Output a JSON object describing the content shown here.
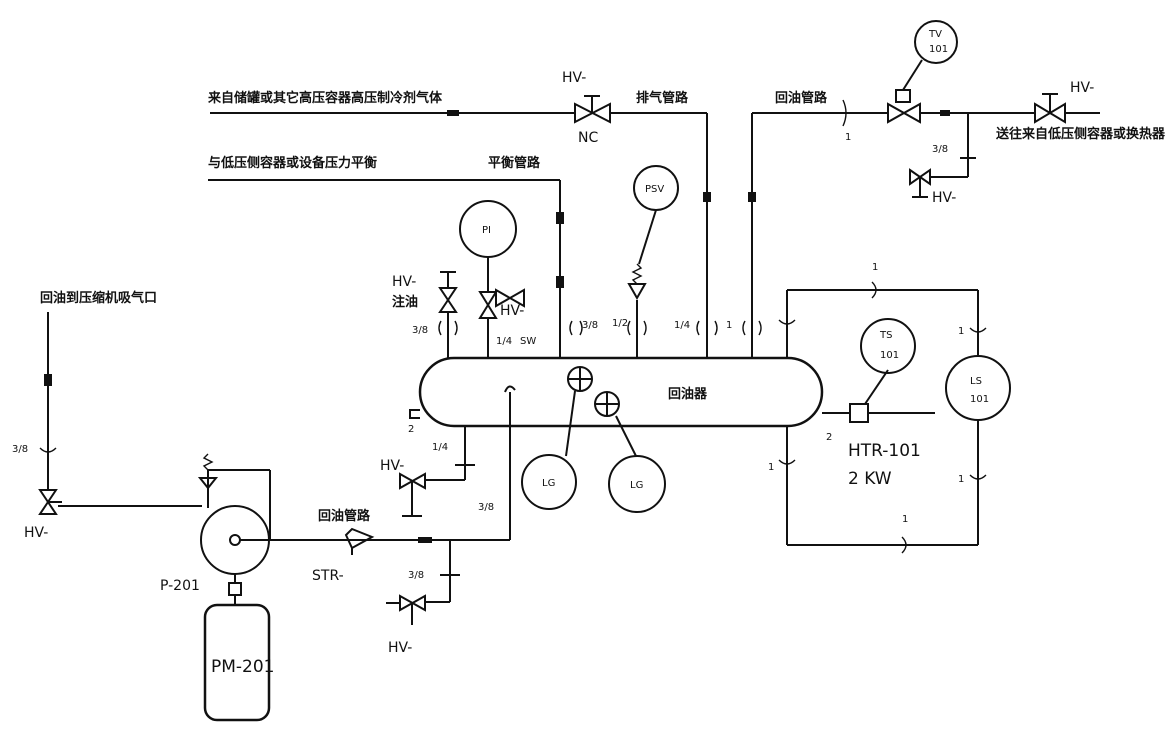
{
  "labels": {
    "inlet_top": "来自储罐或其它高压容器高压制冷剂气体",
    "balance_line_desc": "与低压侧容器或设备压力平衡",
    "balance_line": "平衡管路",
    "exhaust_line": "排气管路",
    "return_line": "回油管路",
    "to_lowside": "送往来自低压侧容器或换热器",
    "oil_fill": "回油到压缩机吸气口",
    "oil_drain_line": "回油管路",
    "vessel": "回油器",
    "fill_label": "注油",
    "hv": "HV-",
    "nc": "NC",
    "psv": "PSV",
    "pi": "PI",
    "tv_top": "TV",
    "tv_bottom": "101",
    "ts_top": "TS",
    "ts_bottom": "101",
    "ls_top": "LS",
    "ls_bottom": "101",
    "lg": "LG",
    "htr": "HTR-101",
    "htr_power": "2 KW",
    "pump": "P-201",
    "motor": "PM-201",
    "strainer": "STR-",
    "sw": "SW",
    "s_3_8": "3/8",
    "s_1_2": "1/2",
    "s_1_4": "1/4",
    "s_1": "1",
    "s_2": "2"
  }
}
